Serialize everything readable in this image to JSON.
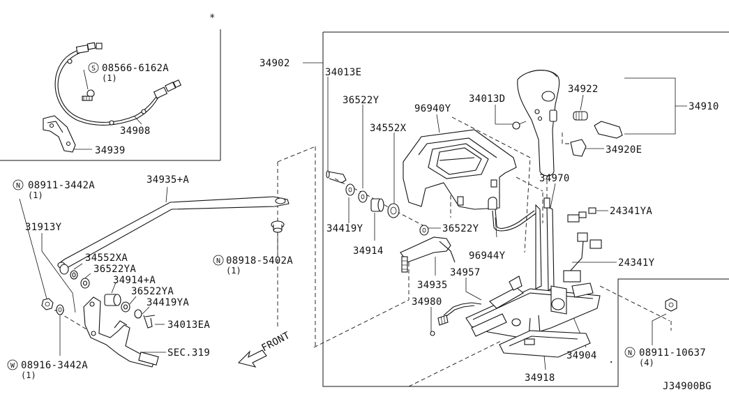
{
  "labels": {
    "p34902": "34902",
    "p34013e": "34013E",
    "p36522y_top": "36522Y",
    "p34552x": "34552X",
    "p96940y": "96940Y",
    "p34013d": "34013D",
    "p34922": "34922",
    "p34910": "34910",
    "p34920e": "34920E",
    "p34970": "34970",
    "p24341ya": "24341YA",
    "p24341y": "24341Y",
    "p34419y": "34419Y",
    "p34914": "34914",
    "p36522y_mid": "36522Y",
    "p96944y": "96944Y",
    "p34935": "34935",
    "p34957": "34957",
    "p34980": "34980",
    "p34904": "34904",
    "p34918": "34918",
    "p08911_10637": "08911-10637",
    "p08911_10637_qty": "(4)",
    "p08566": "08566-6162A",
    "p08566_qty": "(1)",
    "p34908": "34908",
    "p34939": "34939",
    "p08911_3442a": "08911-3442A",
    "p08911_3442a_qty": "(1)",
    "p34935a": "34935+A",
    "p31913y": "31913Y",
    "p34552xa": "34552XA",
    "p36522ya_1": "36522YA",
    "p34914a": "34914+A",
    "p36522ya_2": "36522YA",
    "p34419ya": "34419YA",
    "p34013ea": "34013EA",
    "p08918": "08918-5402A",
    "p08918_qty": "(1)",
    "sec319": "SEC.319",
    "p08916": "08916-3442A",
    "p08916_qty": "(1)",
    "front": "FRONT",
    "drawing_id": "J34900BG",
    "asterisk": "*",
    "dot": "."
  },
  "symbols": {
    "n": "N",
    "s": "S",
    "w": "W"
  }
}
